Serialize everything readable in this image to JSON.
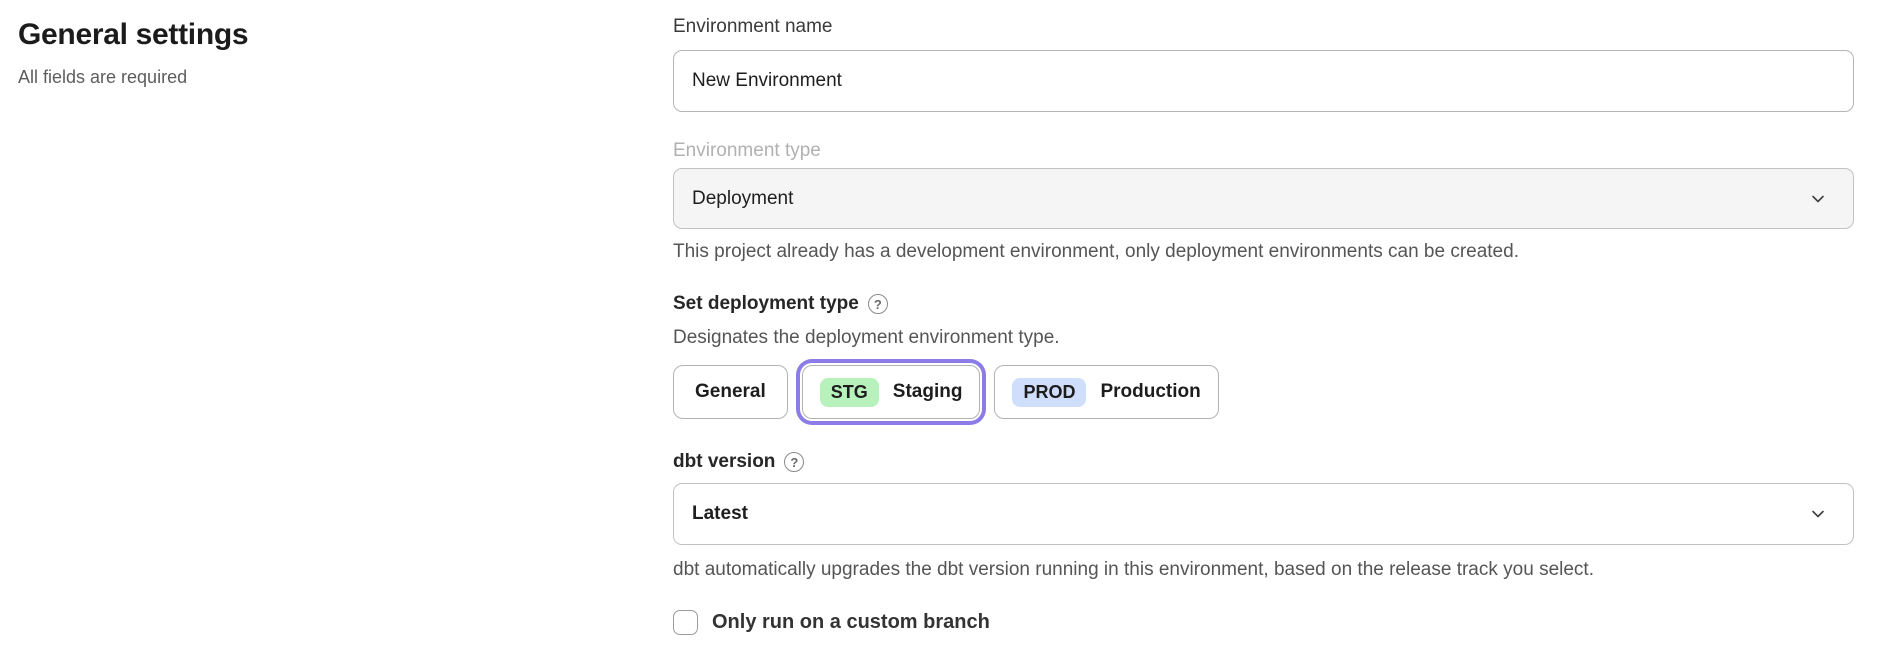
{
  "page": {
    "title": "General settings",
    "subtitle": "All fields are required"
  },
  "form": {
    "environment_name": {
      "label": "Environment name",
      "value": "New Environment"
    },
    "environment_type": {
      "label": "Environment type",
      "value": "Deployment",
      "disabled": true,
      "helper": "This project already has a development environment, only deployment environments can be created."
    },
    "deployment_type": {
      "label": "Set deployment type",
      "help_icon": "?",
      "helper": "Designates the deployment environment type.",
      "options": [
        {
          "label": "General",
          "badge": "",
          "selected": false
        },
        {
          "label": "Staging",
          "badge": "STG",
          "selected": true
        },
        {
          "label": "Production",
          "badge": "PROD",
          "selected": false
        }
      ]
    },
    "dbt_version": {
      "label": "dbt version",
      "help_icon": "?",
      "value": "Latest",
      "helper": "dbt automatically upgrades the dbt version running in this environment, based on the release track you select."
    },
    "custom_branch": {
      "label": "Only run on a custom branch",
      "checked": false
    }
  },
  "colors": {
    "accent_ring": "#8b7ce8",
    "staging_badge_bg": "#b7f2bd",
    "production_badge_bg": "#cfdffb"
  }
}
